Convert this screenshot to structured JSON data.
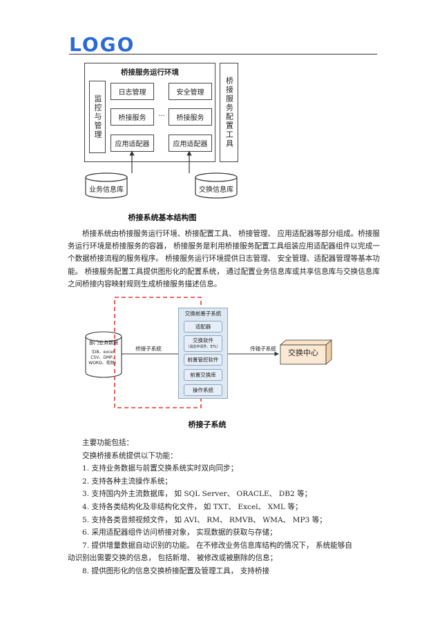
{
  "header": {
    "logo": "LOGO"
  },
  "diagram1": {
    "env_title": "桥接服务运行环境",
    "monitor": "监控与管理",
    "log_mgmt": "日志管理",
    "security_mgmt": "安全管理",
    "bridge_service_1": "桥接服务",
    "ellipsis": "···",
    "bridge_service_2": "桥接服务",
    "adapter_1": "应用适配器",
    "adapter_2": "应用适配器",
    "config_tool": "桥接服务配置工具",
    "db_business": "业务信息库",
    "db_exchange": "交换信息库",
    "caption": "桥接系统基本结构图"
  },
  "paragraph1": "桥接系统由桥接服务运行环境、桥接配置工具、 桥接管理、 应用适配器等部分组成。桥接服务运行环境是桥接服务的容器， 桥接服务是利用桥接服务配置工具组装应用适配器组件以完成一个数据桥接流程的服务程序。 桥接服务运行环境提供日志管理、 安全管理、适配器管理等基本功能。 桥接服务配置工具提供图形化的配置系统， 通过配置业务信息库或共享信息库与交换信息库之间桥接内容映射规则生成桥接服务描述信息。",
  "diagram2": {
    "dept_db_title": "部门业务数据",
    "dept_db_line1": "（DB、excel、",
    "dept_db_line2": "CSV、DMP、",
    "dept_db_line3": "WORD、视频）",
    "bridge_subsystem_label": "桥接子系统",
    "front_title": "交换前置子系统",
    "adapter": "适配器",
    "exchange_software": "交换软件",
    "exchange_software_sub": "（消息中间件、ETL）",
    "front_control": "前置管控软件",
    "front_exchange_db": "前置交换库",
    "os": "操作系统",
    "transfer_subsystem_label": "传输子系统",
    "exchange_center": "交换中心",
    "caption": "桥接子系统"
  },
  "functions": {
    "intro_1": "主要功能包括：",
    "intro_2": "交换桥接系统提供以下功能：",
    "items": [
      "1.  支持业务数据与前置交换系统实时双向同步；",
      "2.  支持各种主流操作系统；",
      "3.  支持国内外主流数据库，  如 SQL Server、  ORACLE、  DB2 等；",
      "4.  支持各类结构化及非结构化文件，  如 TXT、  Excel、  XML 等；",
      "5.  支持各类音频视频文件，  如 AVI、  RM、  RMVB、  WMA、  MP3 等；",
      "6.  采用适配器组件访问桥接对象，  实现数据的获取与存储；"
    ],
    "item7_line1": "7.  提供增量数据自动识别的功能。  在不修改业务信息库结构的情况下，  系统能够自",
    "item7_line2": "动识别出需要交换的信息，  包括新增、  被修改或被删除的信息；",
    "item8": "8.  提供图形化的信息交换桥接配置及管理工具，  支持桥接"
  }
}
